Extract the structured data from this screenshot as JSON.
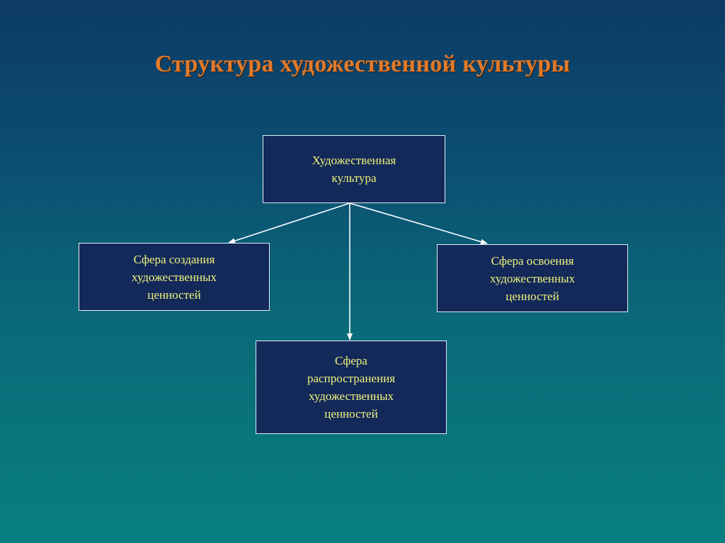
{
  "slide": {
    "title": "Структура художественной культуры"
  },
  "nodes": {
    "root": "Художественная\nкультура",
    "left": "Сфера создания\nхудожественных\nценностей",
    "right": "Сфера освоения\nхудожественных\nценностей",
    "bottom": "Сфера\nраспространения\nхудожественных\nценностей"
  },
  "edges": [
    {
      "from": "root",
      "to": "left"
    },
    {
      "from": "root",
      "to": "bottom"
    },
    {
      "from": "root",
      "to": "right"
    }
  ],
  "colors": {
    "title": "#e07a2c",
    "node_fill": "#12295a",
    "node_text": "#f2f27a",
    "node_border": "#e6ecf5",
    "arrow": "#ffffff"
  }
}
